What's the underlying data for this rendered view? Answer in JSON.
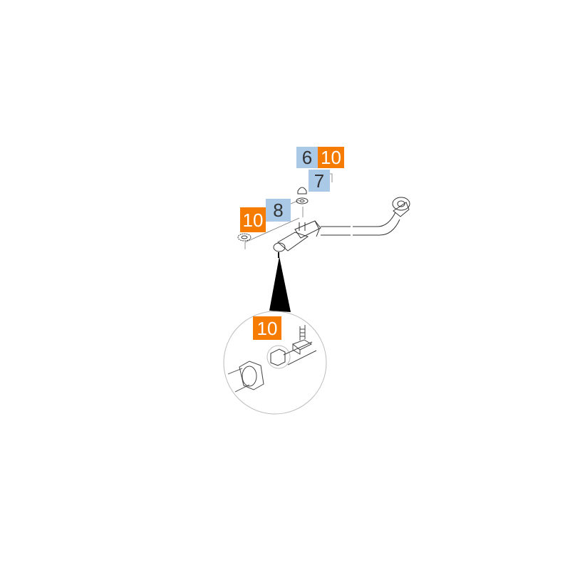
{
  "colors": {
    "blue_label": "#a9c9e6",
    "orange_label": "#f57c00"
  },
  "labels": {
    "part_6": "6",
    "part_10_top": "10",
    "part_7": "7",
    "part_8": "8",
    "part_10_left": "10",
    "part_10_detail": "10"
  }
}
